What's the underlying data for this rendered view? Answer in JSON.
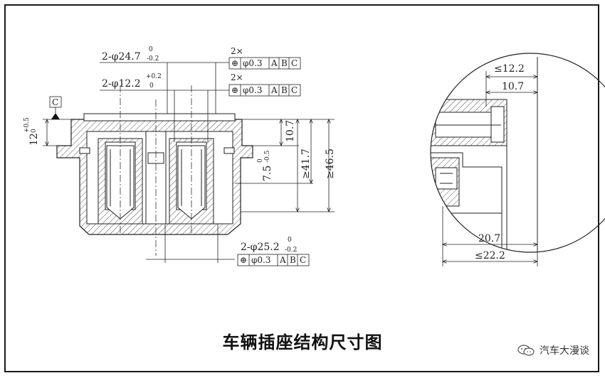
{
  "figure": {
    "caption": "车辆插座结构尺寸图",
    "brand": "汽车大漫谈",
    "brand_icon": "wechat-icon"
  },
  "left_view": {
    "dims": {
      "d24_7": {
        "base": "2-φ24.7",
        "upper": "0",
        "lower": "-0.2"
      },
      "d12_2": {
        "base": "2-φ12.2",
        "upper": "+0.2",
        "lower": "0"
      },
      "d25_2": {
        "base": "2-φ25.2",
        "upper": "0",
        "lower": "-0.2"
      },
      "h12": {
        "base": "12",
        "upper": "+0.5",
        "lower": "0"
      },
      "h10_7": "10.7",
      "h7_5": {
        "base": "7.5",
        "upper": "0",
        "lower": "-0.5"
      },
      "h41_7": "≥41.7",
      "h46_5": "≥46.5"
    },
    "fcf": {
      "count_top": "2×",
      "count_mid": "2×",
      "symbol": "⊕",
      "tolerance": "φ0.3",
      "datums": [
        "A",
        "B",
        "C"
      ]
    },
    "datum_c": "C"
  },
  "right_view": {
    "dims": {
      "w12_2": "≤12.2",
      "w10_7": "10.7",
      "w20_7": "20.7",
      "w22_2": "≤22.2"
    }
  }
}
